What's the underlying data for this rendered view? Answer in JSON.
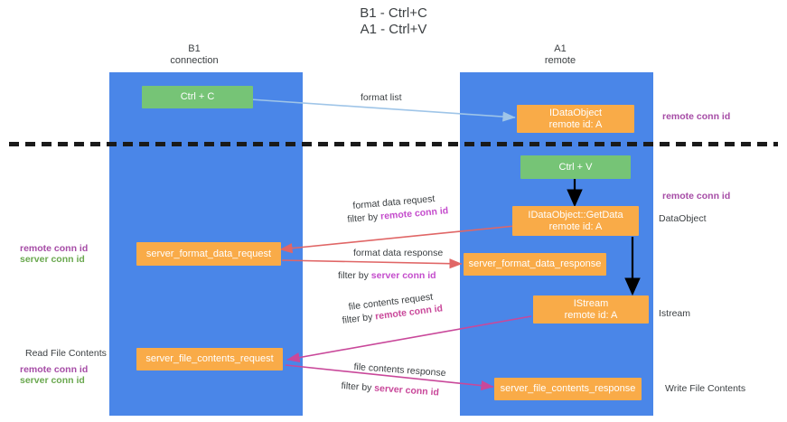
{
  "title": {
    "line1": "B1 - Ctrl+C",
    "line2": "A1 - Ctrl+V"
  },
  "columns": [
    {
      "name": "B1",
      "sub": "connection"
    },
    {
      "name": "A1",
      "sub": "remote"
    }
  ],
  "boxes": {
    "ctrl_c": {
      "label": "Ctrl + C"
    },
    "idataobject": {
      "line1": "IDataObject",
      "line2": "remote id: A"
    },
    "ctrl_v": {
      "label": "Ctrl + V"
    },
    "getdata": {
      "line1": "IDataObject::GetData",
      "line2": "remote id: A"
    },
    "server_format_data_request": {
      "label": "server_format_data_request"
    },
    "server_format_data_response": {
      "label": "server_format_data_response"
    },
    "istream": {
      "line1": "IStream",
      "line2": "remote id: A"
    },
    "server_file_contents_request": {
      "label": "server_file_contents_request"
    },
    "server_file_contents_response": {
      "label": "server_file_contents_response"
    }
  },
  "edge_labels": {
    "format_list": "format list",
    "format_data_request": "format data request",
    "format_data_request_filter_prefix": "filter by ",
    "format_data_request_filter_key": "remote conn id",
    "format_data_response": "format data response",
    "format_data_response_filter_prefix": "filter by ",
    "format_data_response_filter_key": "server conn id",
    "file_contents_request": "file contents request",
    "file_contents_request_filter_prefix": "filter by ",
    "file_contents_request_filter_key": "remote conn id",
    "file_contents_response": "file contents response",
    "file_contents_response_filter_prefix": "filter by ",
    "file_contents_response_filter_key": "server conn id"
  },
  "annotations": {
    "right_remote_conn_id_top": "remote conn id",
    "right_remote_conn_id_mid": "remote conn id",
    "right_dataobject": "DataObject",
    "right_istream": "Istream",
    "right_write_file_contents": "Write File Contents",
    "left_remote_conn_id": "remote conn id",
    "left_server_conn_id": "server conn id",
    "left_read_file_contents": "Read File Contents",
    "left_bottom_remote_conn_id": "remote conn id",
    "left_bottom_server_conn_id": "server conn id"
  },
  "colors": {
    "lane": "#4a86e8",
    "green_box": "#76c476",
    "orange_box": "#f9ab48",
    "purple_text": "#a64ca6",
    "green_text": "#6aa84f",
    "arrow_blue": "#9fc5e8",
    "arrow_red": "#e06666",
    "arrow_magenta": "#c9489a",
    "arrow_black": "#000000"
  }
}
